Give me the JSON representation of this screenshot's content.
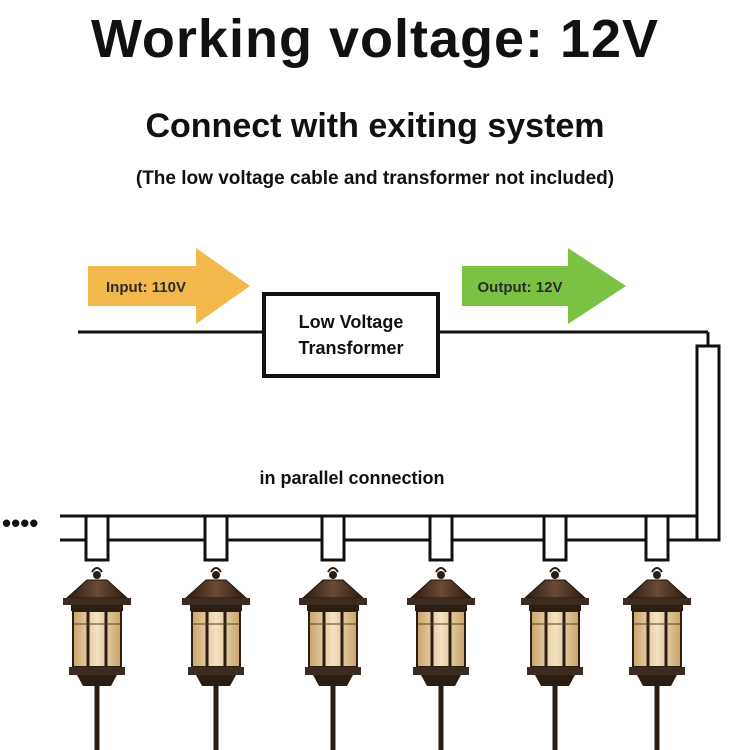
{
  "header": {
    "title": "Working voltage: 12V",
    "subtitle": "Connect with exiting system",
    "note": "(The low voltage cable and transformer not included)"
  },
  "input_arrow": {
    "label": "Input: 110V",
    "color": "#f2b84b"
  },
  "output_arrow": {
    "label": "Output: 12V",
    "color": "#7cc242"
  },
  "transformer": {
    "line1": "Low Voltage",
    "line2": "Transformer"
  },
  "parallel_label": "in parallel connection",
  "continuation_dots": "••••",
  "lights": [
    {
      "icon": "lantern-light-icon"
    },
    {
      "icon": "lantern-light-icon"
    },
    {
      "icon": "lantern-light-icon"
    },
    {
      "icon": "lantern-light-icon"
    },
    {
      "icon": "lantern-light-icon"
    },
    {
      "icon": "lantern-light-icon"
    }
  ],
  "colors": {
    "wire": "#111111",
    "lantern_frame": "#3b2b20",
    "lantern_glass": "#e9d3a8"
  }
}
